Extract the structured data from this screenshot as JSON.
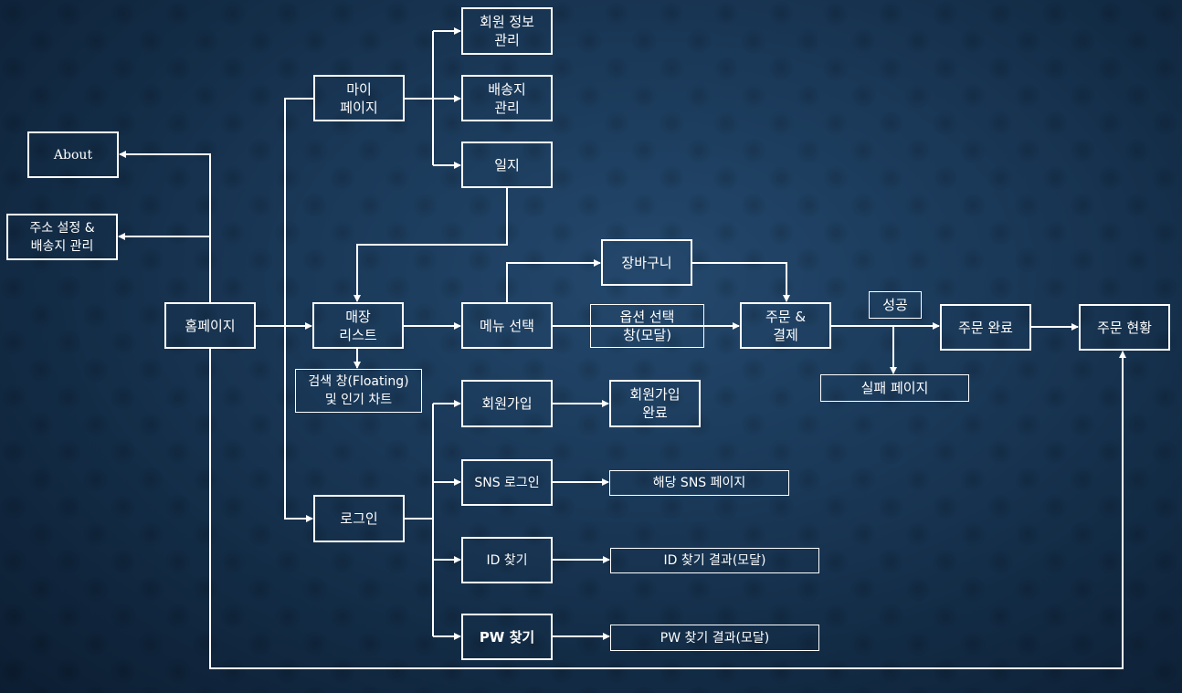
{
  "diagram": {
    "nodes": {
      "member_info": "회원 정보\n관리",
      "mypage": "마이\n페이지",
      "shipping": "배송지\n관리",
      "journal": "일지",
      "about": "About",
      "address": "주소 설정 &\n배송지 관리",
      "home": "홈페이지",
      "store_list": "매장\n리스트",
      "menu_select": "메뉴 선택",
      "cart": "장바구니",
      "option_modal": "옵션 선택\n창(모달)",
      "order_payment": "주문 &\n결제",
      "success": "성공",
      "order_done": "주문 완료",
      "order_status": "주문 현황",
      "fail_page": "실패 페이지",
      "search": "검색 창(Floating)\n및 인기 차트",
      "signup": "회원가입",
      "signup_done": "회원가입\n완료",
      "sns_login": "SNS 로그인",
      "sns_page": "해당 SNS 페이지",
      "login": "로그인",
      "find_id": "ID 찾기",
      "find_id_result": "ID 찾기 결과(모달)",
      "find_pw": "PW 찾기",
      "find_pw_result": "PW 찾기 결과(모달)"
    }
  }
}
